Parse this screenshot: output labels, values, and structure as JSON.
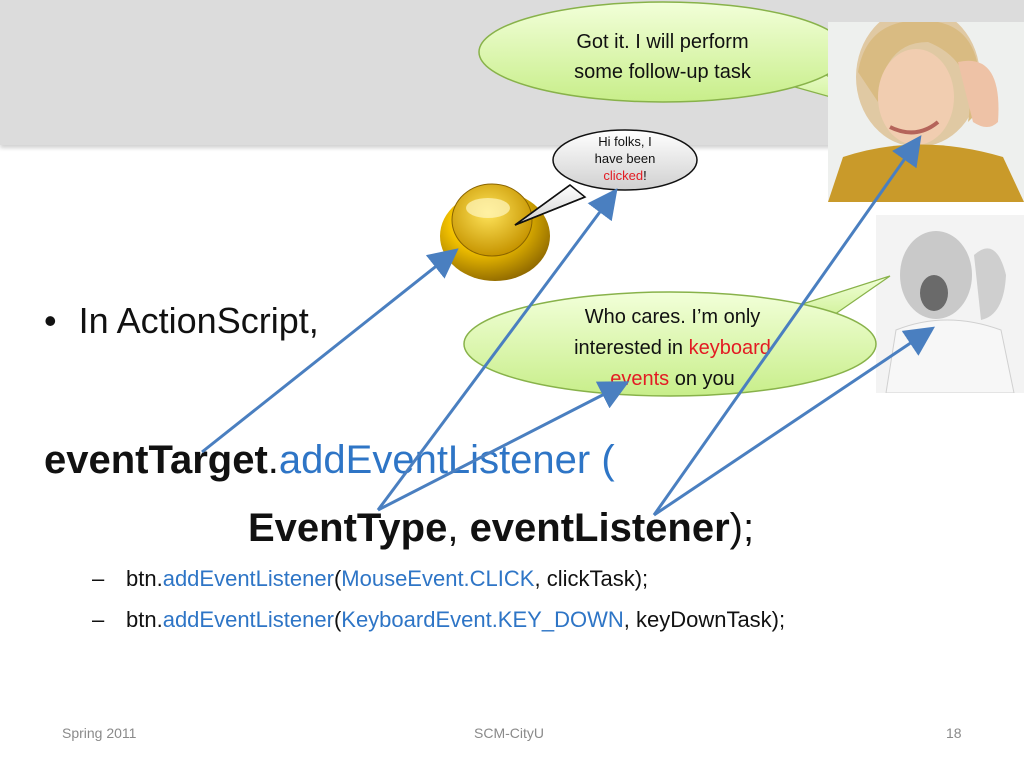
{
  "bubbles": {
    "woman": {
      "line1": "Got it. I will perform",
      "line2": "some follow-up task"
    },
    "button": {
      "line1": "Hi folks, I",
      "line2": "have been",
      "line3_red": "clicked",
      "line3_end": "!"
    },
    "man": {
      "line1": "Who cares. I’m only",
      "line2_pre": "interested in ",
      "line2_red": "keyboard",
      "line3_red": "events",
      "line3_post": " on you"
    }
  },
  "content": {
    "bullet": "In ActionScript,",
    "code": {
      "target": "eventTarget",
      "dot": ".",
      "method": "addEventListener",
      "open": " (",
      "type": "EventType",
      "comma": ", ",
      "listener": "eventListener",
      "close": ");"
    },
    "examples": [
      {
        "dash": "–",
        "obj": "btn.",
        "method": "addEventListener",
        "open": "(",
        "event": "MouseEvent.CLICK",
        "rest": ",  clickTask);"
      },
      {
        "dash": "–",
        "obj": "btn.",
        "method": "addEventListener",
        "open": "(",
        "event": "KeyboardEvent.KEY_DOWN",
        "rest": ", keyDownTask);"
      }
    ]
  },
  "footer": {
    "left": "Spring 2011",
    "center": "SCM-CityU",
    "right": "18"
  },
  "colors": {
    "accent_blue": "#2e75c6",
    "highlight_red": "#e31b23",
    "bubble_green": "#d6f5a8",
    "arrow": "#4a7fc0"
  },
  "icons": {
    "button": "yellow-push-button-icon",
    "woman": "woman-listening-photo",
    "man": "man-listening-photo"
  }
}
